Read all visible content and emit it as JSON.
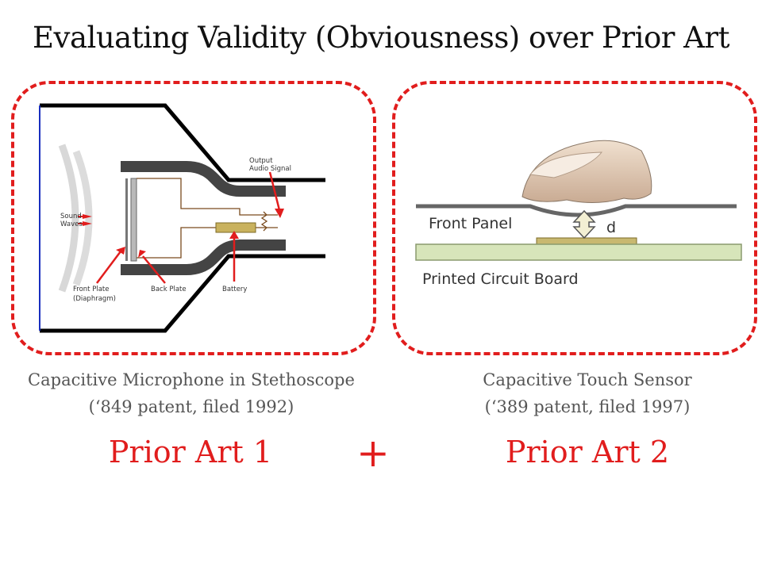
{
  "title": "Evaluating Validity (Obviousness) over Prior Art",
  "left": {
    "diagram_labels": {
      "output": [
        "Output",
        "Audio Signal"
      ],
      "sound": [
        "Sound",
        "Waves"
      ],
      "front_plate": [
        "Front Plate",
        "(Diaphragm)"
      ],
      "back_plate": "Back Plate",
      "battery": "Battery"
    },
    "caption_line1": "Capacitive Microphone in Stethoscope",
    "caption_line2": "(‘849 patent, filed 1992)",
    "prior_label": "Prior Art 1"
  },
  "right": {
    "diagram_labels": {
      "front_panel": "Front Panel",
      "distance": "d",
      "pcb": "Printed Circuit Board"
    },
    "caption_line1": "Capacitive Touch Sensor",
    "caption_line2": "(‘389 patent, filed 1997)",
    "prior_label": "Prior Art 2"
  },
  "plus": "+",
  "colors": {
    "accent": "#e11d1d",
    "caption": "#555555"
  }
}
